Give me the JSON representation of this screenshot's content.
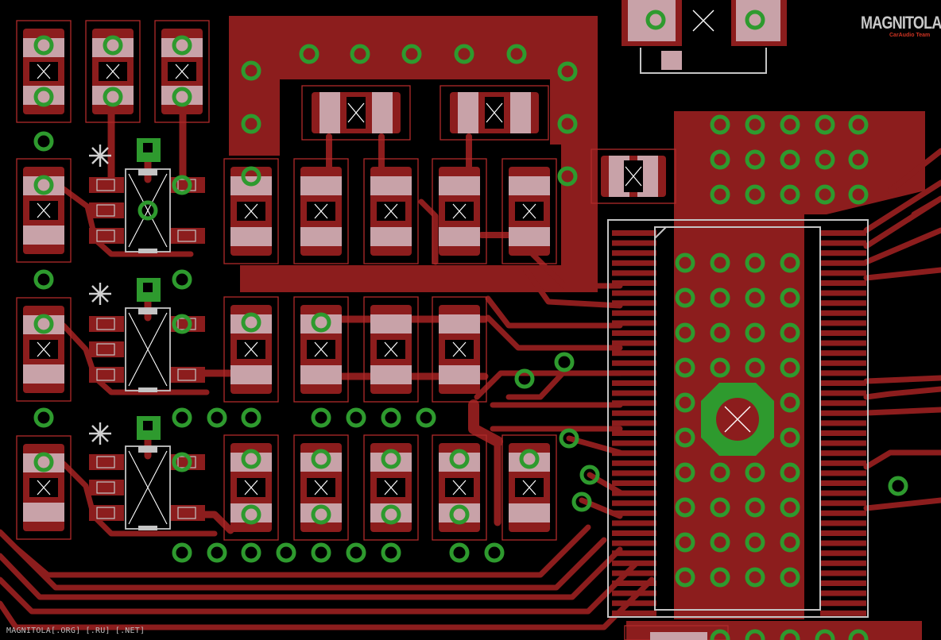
{
  "watermark": {
    "logo_text": "MAGNITOLA",
    "logo_subtitle": "CarAudio Team",
    "footer_text": "MAGNITOLA[.ORG] [.RU] [.NET]"
  },
  "colors": {
    "background": "#000000",
    "copper": "#8c1d1d",
    "pad": "#c8a2a8",
    "via": "#2e9a2e",
    "silkscreen": "#c4c4c4",
    "outline": "#b02a2a"
  }
}
